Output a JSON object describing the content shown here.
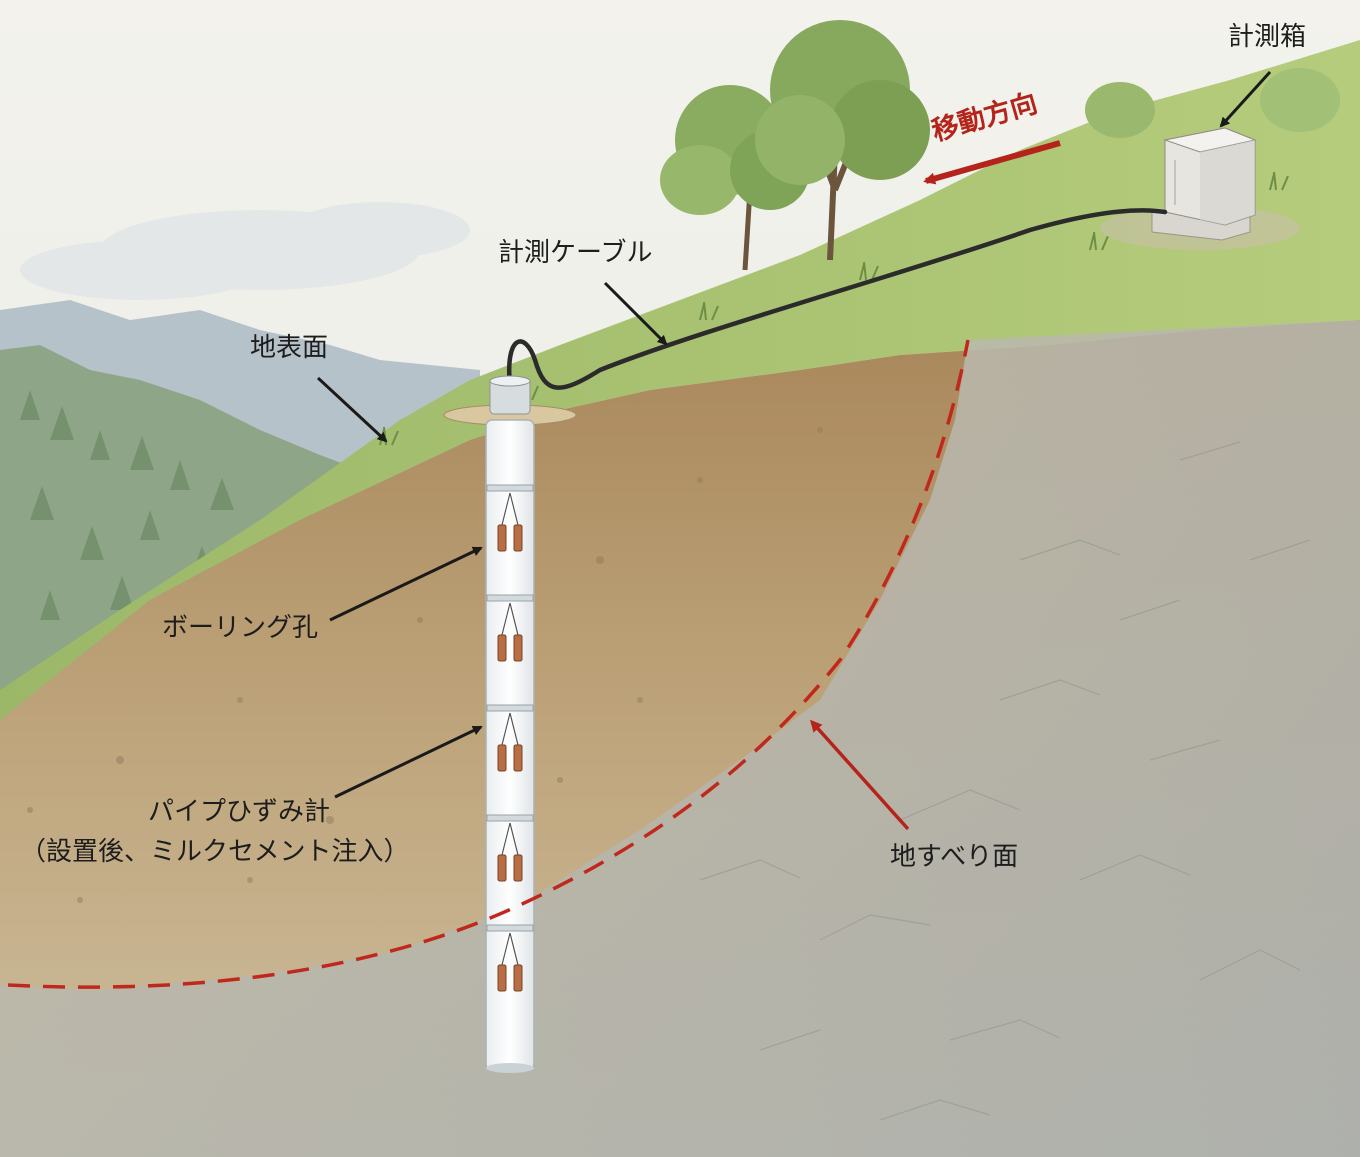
{
  "labels": {
    "measurement_box": "計測箱",
    "movement_direction": "移動方向",
    "measurement_cable": "計測ケーブル",
    "ground_surface": "地表面",
    "boring_hole": "ボーリング孔",
    "pipe_strain_gauge": "パイプひずみ計",
    "pipe_strain_gauge_note": "（設置後、ミルクセメント注入）",
    "slip_surface": "地すべり面"
  },
  "colors": {
    "sky": "#eef0ec",
    "mountain_far": "#b9c6cf",
    "forest": "#8fa68a",
    "grass": "#a9c46e",
    "soil_upper": "#b08f60",
    "soil_lower": "#c9bb9c",
    "bedrock": "#b3b6b3",
    "slip_line": "#c0281c",
    "arrow_dark": "#1a1a1a",
    "arrow_red": "#b5241a"
  }
}
